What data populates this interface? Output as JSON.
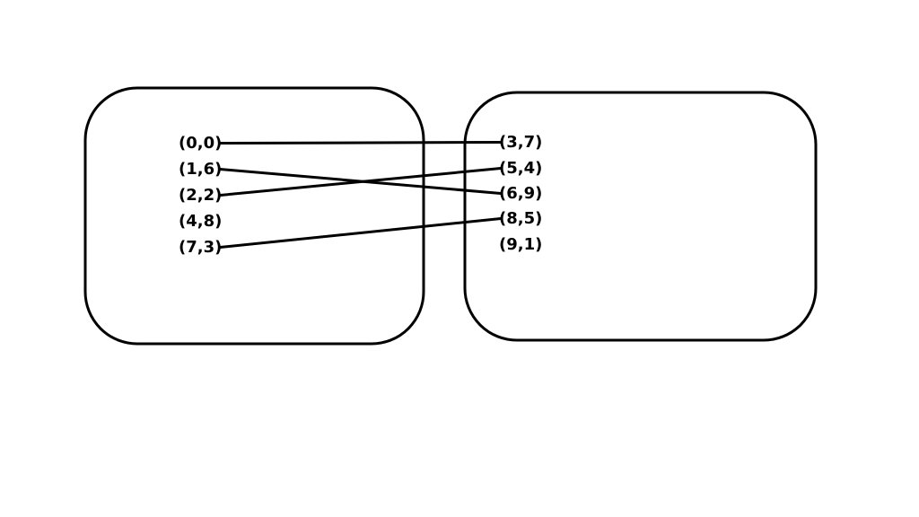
{
  "left_set": {
    "items": [
      "(0,0)",
      "(1,6)",
      "(2,2)",
      "(4,8)",
      "(7,3)"
    ]
  },
  "right_set": {
    "items": [
      "(3,7)",
      "(5,4)",
      "(6,9)",
      "(8,5)",
      "(9,1)"
    ]
  },
  "mappings": [
    {
      "from": "(0,0)",
      "to": "(3,7)"
    },
    {
      "from": "(1,6)",
      "to": "(6,9)"
    },
    {
      "from": "(2,2)",
      "to": "(5,4)"
    },
    {
      "from": "(7,3)",
      "to": "(8,5)"
    }
  ],
  "colors": {
    "stroke": "#000000",
    "background": "#ffffff"
  }
}
